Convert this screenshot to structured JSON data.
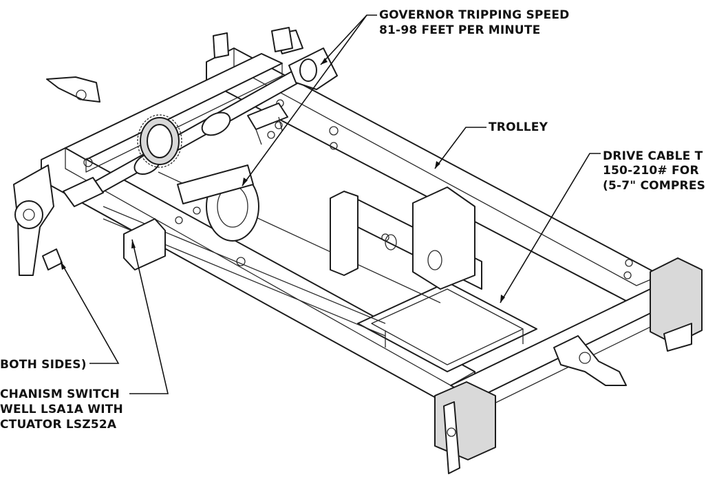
{
  "diagram": {
    "labels": {
      "governor_line1": "GOVERNOR TRIPPING SPEED",
      "governor_line2": "81-98 FEET PER MINUTE",
      "trolley": "TROLLEY",
      "drive_cable_line1": "DRIVE CABLE T",
      "drive_cable_line2": "150-210#  FOR",
      "drive_cable_line3": "(5-7\" COMPRES",
      "both_sides": "BOTH SIDES)",
      "switch_line1": "CHANISM SWITCH",
      "switch_line2": "WELL LSA1A WITH",
      "switch_line3": "CTUATOR LSZ52A"
    },
    "colors": {
      "line": "#1c1c1c",
      "background": "#ffffff"
    }
  }
}
